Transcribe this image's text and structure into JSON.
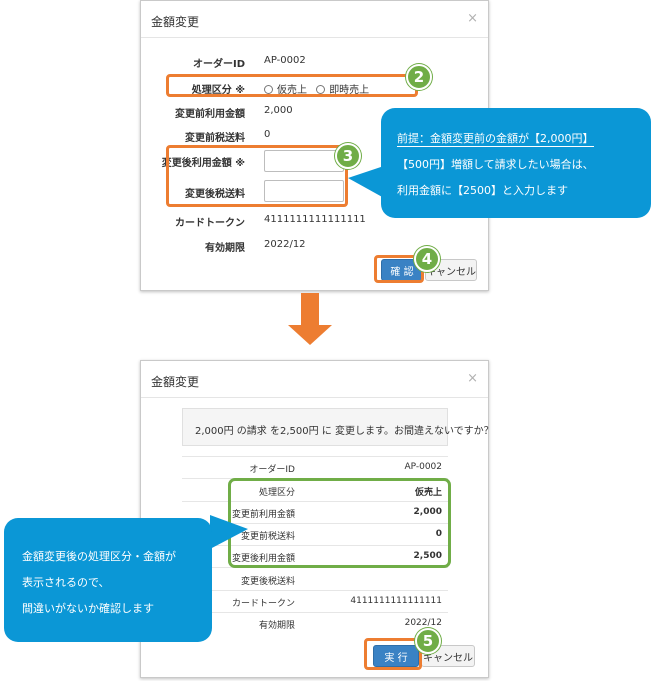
{
  "dialog1": {
    "title": "金額変更",
    "close": "×",
    "fields": [
      {
        "label": "オーダーID",
        "value": "AP-0002"
      },
      {
        "label": "処理区分 ※",
        "options": [
          "仮売上",
          "即時売上"
        ]
      },
      {
        "label": "変更前利用金額",
        "value": "2,000"
      },
      {
        "label": "変更前税送料",
        "value": "0"
      },
      {
        "label": "変更後利用金額 ※",
        "value": ""
      },
      {
        "label": "変更後税送料",
        "value": ""
      },
      {
        "label": "カードトークン",
        "value": "4111111111111111"
      },
      {
        "label": "有効期限",
        "value": "2022/12"
      }
    ],
    "confirm_label": "確 認",
    "cancel_label": "キャンセル"
  },
  "dialog2": {
    "title": "金額変更",
    "close": "×",
    "message": "2,000円 の請求 を2,500円 に 変更します。お間違えないですか？",
    "rows": [
      {
        "label": "オーダーID",
        "value": "AP-0002"
      },
      {
        "label": "処理区分",
        "value": "仮売上"
      },
      {
        "label": "変更前利用金額",
        "value": "2,000"
      },
      {
        "label": "変更前税送料",
        "value": "0"
      },
      {
        "label": "変更後利用金額",
        "value": "2,500"
      },
      {
        "label": "変更後税送料",
        "value": ""
      },
      {
        "label": "カードトークン",
        "value": "4111111111111111"
      },
      {
        "label": "有効期限",
        "value": "2022/12"
      }
    ],
    "execute_label": "実 行",
    "cancel_label": "キャンセル"
  },
  "badges": [
    "2",
    "3",
    "4",
    "5"
  ],
  "callout1": {
    "line1": "前提：金額変更前の金額が【2,000円】",
    "line2": "【500円】増額して請求したい場合は、",
    "line3": "利用金額に【2500】と入力します"
  },
  "callout2": {
    "line1": "金額変更後の処理区分・金額が",
    "line2": "表示されるので、",
    "line3": "間違いがないか確認します"
  },
  "colors": {
    "highlight_orange": "#ed7d31",
    "badge_green": "#70ad47",
    "callout_blue": "#0b97d6",
    "primary_button": "#3a82c4"
  }
}
